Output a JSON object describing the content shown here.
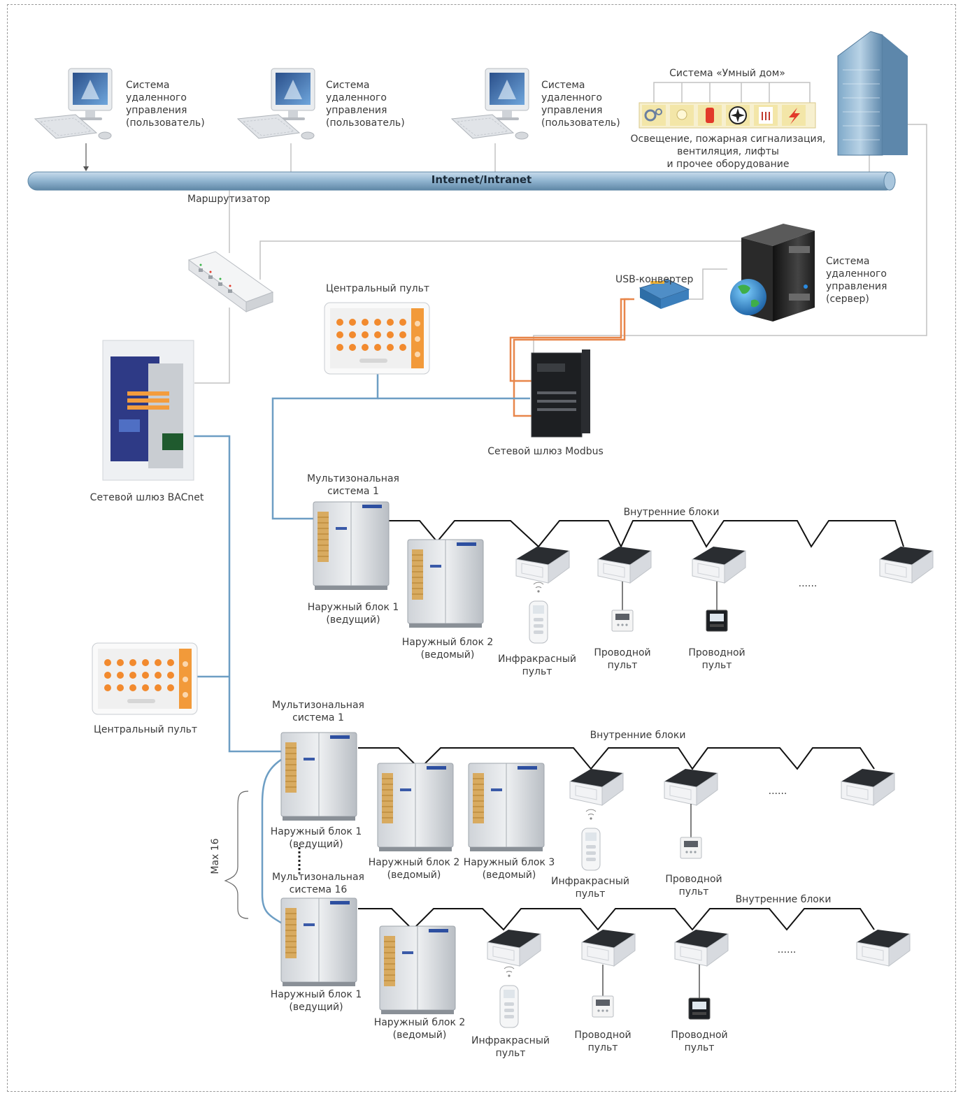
{
  "network": {
    "bus_label": "Internet/Intranet",
    "router_label": "Маршрутизатор"
  },
  "clients": [
    {
      "label": "Система\nудаленного\nуправления\n(пользователь)"
    },
    {
      "label": "Система\nудаленного\nуправления\n(пользователь)"
    },
    {
      "label": "Система\nудаленного\nуправления\n(пользователь)"
    }
  ],
  "smart_home": {
    "title": "Система «Умный дом»",
    "caption": "Освещение, пожарная сигнализация,\nвентиляция, лифты\nи прочее оборудование"
  },
  "server": {
    "label": "Система\nудаленного\nуправления\n(сервер)",
    "usb_label": "USB-конвертер"
  },
  "gateways": {
    "modbus": "Сетевой шлюз Modbus",
    "bacnet": "Сетевой шлюз BACnet"
  },
  "central_panels": {
    "top": "Центральный пульт",
    "left": "Центральный пульт"
  },
  "systems": [
    {
      "title": "Мультизональная\nсистема 1",
      "indoor_title": "Внутренние блоки",
      "outdoor": [
        "Наружный блок 1\n(ведущий)",
        "Наружный блок 2\n(ведомый)"
      ],
      "remotes": [
        "Инфракрасный\nпульт",
        "Проводной\nпульт",
        "Проводной\nпульт"
      ],
      "ellipsis": "......"
    },
    {
      "title": "Мультизональная\nсистема 1",
      "indoor_title": "Внутренние блоки",
      "outdoor": [
        "Наружный блок 1\n(ведущий)",
        "Наружный блок 2\n(ведомый)",
        "Наружный блок 3\n(ведомый)"
      ],
      "remotes": [
        "Инфракрасный\nпульт",
        "Проводной\nпульт"
      ],
      "ellipsis": "......"
    },
    {
      "title": "Мультизональная\nсистема 16",
      "indoor_title": "Внутренние блоки",
      "outdoor": [
        "Наружный блок 1\n(ведущий)",
        "Наружный блок 2\n(ведомый)"
      ],
      "remotes": [
        "Инфракрасный\nпульт",
        "Проводной\nпульт",
        "Проводной\nпульт"
      ],
      "ellipsis": "......"
    }
  ],
  "max_label": "Max 16",
  "colors": {
    "bus": "#8fb3cf",
    "bus_edge": "#5f87a6",
    "link_blue": "#6d9ec4",
    "link_orange": "#e8864a",
    "link_grey": "#c2c2c2",
    "accent_orange": "#f28a2e"
  }
}
